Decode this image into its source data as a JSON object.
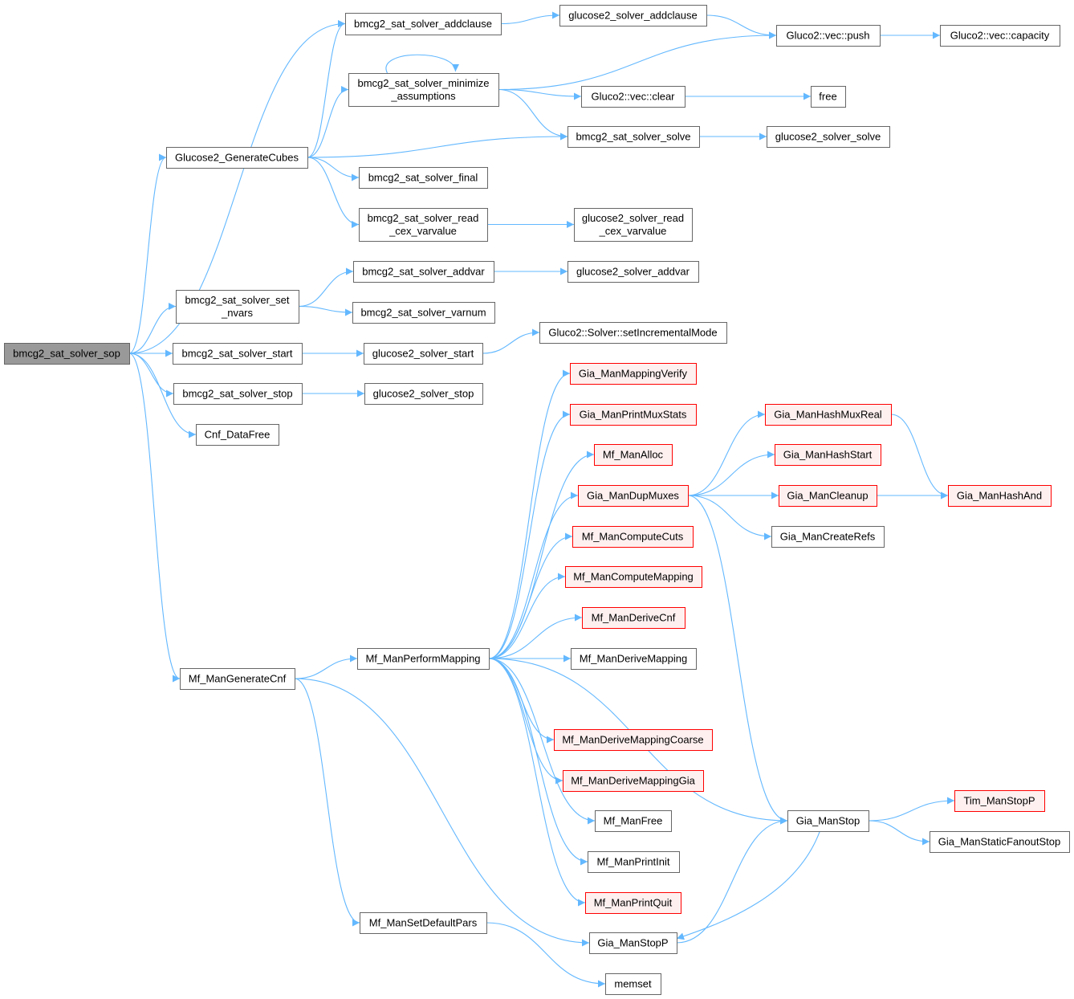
{
  "title": "bmcg2_sat_solver_sop call graph",
  "colors": {
    "edge": "#63b8ff",
    "root_fill": "#999999",
    "red_border": "#ff0000",
    "red_fill": "#fff0f0"
  },
  "nodes": [
    {
      "id": "sop",
      "label": "bmcg2_sat_solver_sop",
      "style": "root"
    },
    {
      "id": "addclause",
      "label": "bmcg2_sat_solver_addclause",
      "style": "normal"
    },
    {
      "id": "g_addclause",
      "label": "glucose2_solver_addclause",
      "style": "normal"
    },
    {
      "id": "push",
      "label": "Gluco2::vec::push",
      "style": "normal"
    },
    {
      "id": "capacity",
      "label": "Gluco2::vec::capacity",
      "style": "normal"
    },
    {
      "id": "minimize",
      "label": "bmcg2_sat_solver_minimize\n_assumptions",
      "style": "normal"
    },
    {
      "id": "clear",
      "label": "Gluco2::vec::clear",
      "style": "normal"
    },
    {
      "id": "free",
      "label": "free",
      "style": "normal"
    },
    {
      "id": "solve",
      "label": "bmcg2_sat_solver_solve",
      "style": "normal"
    },
    {
      "id": "g_solve",
      "label": "glucose2_solver_solve",
      "style": "normal"
    },
    {
      "id": "cubes",
      "label": "Glucose2_GenerateCubes",
      "style": "normal"
    },
    {
      "id": "final",
      "label": "bmcg2_sat_solver_final",
      "style": "normal"
    },
    {
      "id": "readcex",
      "label": "bmcg2_sat_solver_read\n_cex_varvalue",
      "style": "normal"
    },
    {
      "id": "g_readcex",
      "label": "glucose2_solver_read\n_cex_varvalue",
      "style": "normal"
    },
    {
      "id": "addvar",
      "label": "bmcg2_sat_solver_addvar",
      "style": "normal"
    },
    {
      "id": "g_addvar",
      "label": "glucose2_solver_addvar",
      "style": "normal"
    },
    {
      "id": "setnvars",
      "label": "bmcg2_sat_solver_set\n_nvars",
      "style": "normal"
    },
    {
      "id": "varnum",
      "label": "bmcg2_sat_solver_varnum",
      "style": "normal"
    },
    {
      "id": "incmode",
      "label": "Gluco2::Solver::setIncrementalMode",
      "style": "normal"
    },
    {
      "id": "start",
      "label": "bmcg2_sat_solver_start",
      "style": "normal"
    },
    {
      "id": "g_start",
      "label": "glucose2_solver_start",
      "style": "normal"
    },
    {
      "id": "stop",
      "label": "bmcg2_sat_solver_stop",
      "style": "normal"
    },
    {
      "id": "g_stop",
      "label": "glucose2_solver_stop",
      "style": "normal"
    },
    {
      "id": "cnffree",
      "label": "Cnf_DataFree",
      "style": "normal"
    },
    {
      "id": "mapverify",
      "label": "Gia_ManMappingVerify",
      "style": "red"
    },
    {
      "id": "muxstats",
      "label": "Gia_ManPrintMuxStats",
      "style": "red"
    },
    {
      "id": "hashmuxreal",
      "label": "Gia_ManHashMuxReal",
      "style": "red"
    },
    {
      "id": "alloc",
      "label": "Mf_ManAlloc",
      "style": "red"
    },
    {
      "id": "hashstart",
      "label": "Gia_ManHashStart",
      "style": "red"
    },
    {
      "id": "dupmuxes",
      "label": "Gia_ManDupMuxes",
      "style": "red"
    },
    {
      "id": "cleanup",
      "label": "Gia_ManCleanup",
      "style": "red"
    },
    {
      "id": "hashand",
      "label": "Gia_ManHashAnd",
      "style": "red"
    },
    {
      "id": "createrefs",
      "label": "Gia_ManCreateRefs",
      "style": "normal"
    },
    {
      "id": "computecuts",
      "label": "Mf_ManComputeCuts",
      "style": "red"
    },
    {
      "id": "computemapping",
      "label": "Mf_ManComputeMapping",
      "style": "red"
    },
    {
      "id": "derivecnf",
      "label": "Mf_ManDeriveCnf",
      "style": "red"
    },
    {
      "id": "perfmapping",
      "label": "Mf_ManPerformMapping",
      "style": "normal"
    },
    {
      "id": "derivemapping",
      "label": "Mf_ManDeriveMapping",
      "style": "normal"
    },
    {
      "id": "gencnf",
      "label": "Mf_ManGenerateCnf",
      "style": "normal"
    },
    {
      "id": "coarse",
      "label": "Mf_ManDeriveMappingCoarse",
      "style": "red"
    },
    {
      "id": "mapgia",
      "label": "Mf_ManDeriveMappingGia",
      "style": "red"
    },
    {
      "id": "timstopp",
      "label": "Tim_ManStopP",
      "style": "red"
    },
    {
      "id": "giastop",
      "label": "Gia_ManStop",
      "style": "normal"
    },
    {
      "id": "mffree",
      "label": "Mf_ManFree",
      "style": "normal"
    },
    {
      "id": "fanoutstop",
      "label": "Gia_ManStaticFanoutStop",
      "style": "normal"
    },
    {
      "id": "printinit",
      "label": "Mf_ManPrintInit",
      "style": "normal"
    },
    {
      "id": "printquit",
      "label": "Mf_ManPrintQuit",
      "style": "red"
    },
    {
      "id": "defpars",
      "label": "Mf_ManSetDefaultPars",
      "style": "normal"
    },
    {
      "id": "giastopp",
      "label": "Gia_ManStopP",
      "style": "normal"
    },
    {
      "id": "memset",
      "label": "memset",
      "style": "normal"
    }
  ],
  "edges": [
    [
      "sop",
      "addclause"
    ],
    [
      "sop",
      "cubes"
    ],
    [
      "sop",
      "setnvars"
    ],
    [
      "sop",
      "start"
    ],
    [
      "sop",
      "stop"
    ],
    [
      "sop",
      "cnffree"
    ],
    [
      "sop",
      "gencnf"
    ],
    [
      "addclause",
      "g_addclause"
    ],
    [
      "g_addclause",
      "push"
    ],
    [
      "push",
      "capacity"
    ],
    [
      "minimize",
      "minimize"
    ],
    [
      "minimize",
      "push"
    ],
    [
      "minimize",
      "clear"
    ],
    [
      "minimize",
      "solve"
    ],
    [
      "clear",
      "free"
    ],
    [
      "solve",
      "g_solve"
    ],
    [
      "cubes",
      "addclause"
    ],
    [
      "cubes",
      "minimize"
    ],
    [
      "cubes",
      "solve"
    ],
    [
      "cubes",
      "final"
    ],
    [
      "cubes",
      "readcex"
    ],
    [
      "readcex",
      "g_readcex"
    ],
    [
      "setnvars",
      "addvar"
    ],
    [
      "setnvars",
      "varnum"
    ],
    [
      "addvar",
      "g_addvar"
    ],
    [
      "start",
      "g_start"
    ],
    [
      "g_start",
      "incmode"
    ],
    [
      "stop",
      "g_stop"
    ],
    [
      "gencnf",
      "perfmapping"
    ],
    [
      "gencnf",
      "defpars"
    ],
    [
      "gencnf",
      "giastopp"
    ],
    [
      "perfmapping",
      "mapverify"
    ],
    [
      "perfmapping",
      "muxstats"
    ],
    [
      "perfmapping",
      "alloc"
    ],
    [
      "perfmapping",
      "dupmuxes"
    ],
    [
      "perfmapping",
      "computecuts"
    ],
    [
      "perfmapping",
      "computemapping"
    ],
    [
      "perfmapping",
      "derivecnf"
    ],
    [
      "perfmapping",
      "derivemapping"
    ],
    [
      "perfmapping",
      "coarse"
    ],
    [
      "perfmapping",
      "mapgia"
    ],
    [
      "perfmapping",
      "mffree"
    ],
    [
      "perfmapping",
      "printinit"
    ],
    [
      "perfmapping",
      "printquit"
    ],
    [
      "perfmapping",
      "giastop"
    ],
    [
      "dupmuxes",
      "hashmuxreal"
    ],
    [
      "dupmuxes",
      "hashstart"
    ],
    [
      "dupmuxes",
      "cleanup"
    ],
    [
      "dupmuxes",
      "createrefs"
    ],
    [
      "dupmuxes",
      "hashand"
    ],
    [
      "dupmuxes",
      "giastop"
    ],
    [
      "hashmuxreal",
      "hashand"
    ],
    [
      "giastop",
      "timstopp"
    ],
    [
      "giastop",
      "fanoutstop"
    ],
    [
      "giastop",
      "giastopp"
    ],
    [
      "giastopp",
      "giastop"
    ],
    [
      "defpars",
      "memset"
    ]
  ]
}
